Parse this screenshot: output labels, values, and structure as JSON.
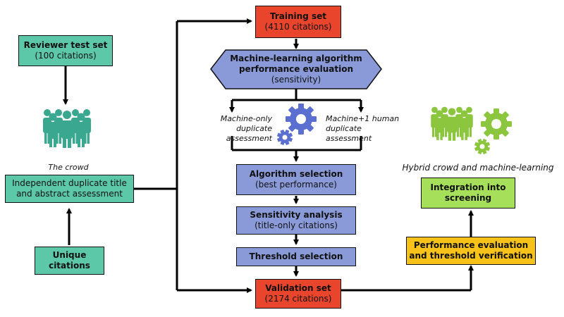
{
  "reviewer_test_set": {
    "title": "Reviewer test set",
    "detail": "(100 citations)"
  },
  "crowd_label": "The crowd",
  "independent_assessment": {
    "line1": "Independent duplicate title",
    "line2": "and abstract assessment"
  },
  "unique_citations": {
    "line1": "Unique",
    "line2": "citations"
  },
  "training_set": {
    "title": "Training set",
    "detail": "(4110 citations)"
  },
  "ml_evaluation": {
    "line1": "Machine-learning algorithm",
    "line2": "performance evaluation",
    "detail": "(sensitivity)"
  },
  "machine_only": {
    "line1": "Machine-only",
    "line2": "duplicate assessment"
  },
  "machine_plus_one": {
    "line1": "Machine+1 human",
    "line2": "duplicate assessment"
  },
  "algorithm_selection": {
    "title": "Algorithm selection",
    "detail": "(best performance)"
  },
  "sensitivity_analysis": {
    "title": "Sensitivity analysis",
    "detail": "(title-only citations)"
  },
  "threshold_selection": {
    "title": "Threshold selection"
  },
  "validation_set": {
    "title": "Validation set",
    "detail": "(2174 citations)"
  },
  "hybrid_label": "Hybrid crowd and machine-learning",
  "integration": {
    "line1": "Integration into",
    "line2": "screening"
  },
  "performance_verification": {
    "line1": "Performance evaluation",
    "line2": "and threshold verification"
  },
  "colors": {
    "teal": "#5cc8a8",
    "red": "#e8452c",
    "blue": "#8a9ad8",
    "green": "#a6e05a",
    "yellow": "#f7c21a",
    "gear_blue": "#5a6fd0",
    "crowd_teal": "#3aa890",
    "crowd_green": "#8cc63e"
  }
}
